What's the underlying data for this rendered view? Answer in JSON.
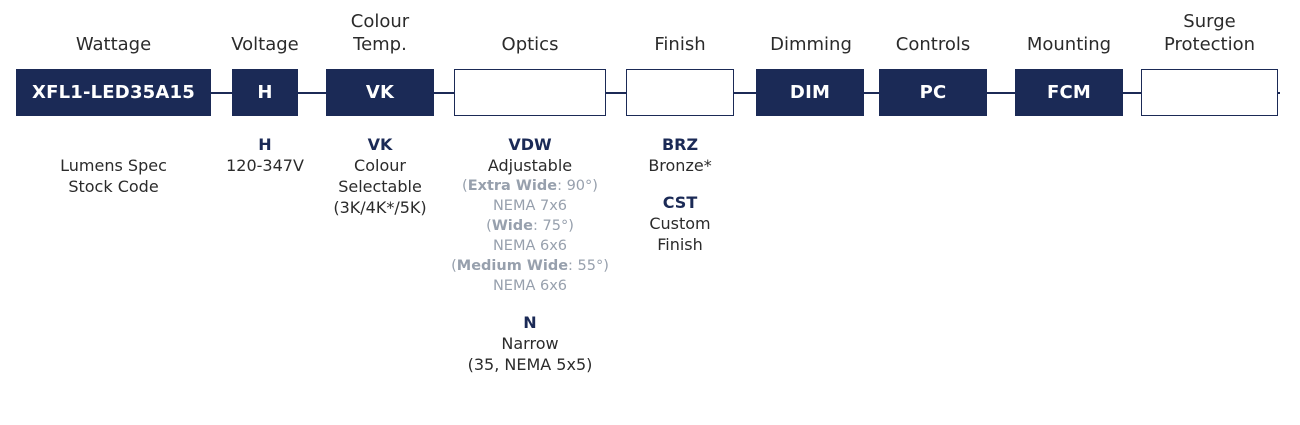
{
  "headings": {
    "wattage": "Wattage",
    "voltage": "Voltage",
    "colour_temp_1": "Colour",
    "colour_temp_2": "Temp.",
    "optics": "Optics",
    "finish": "Finish",
    "dimming": "Dimming",
    "controls": "Controls",
    "mounting": "Mounting",
    "surge_1": "Surge",
    "surge_2": "Protection"
  },
  "boxes": {
    "wattage": "XFL1-LED35A15",
    "voltage": "H",
    "colour_temp": "VK",
    "optics": "",
    "finish": "",
    "dimming": "DIM",
    "controls": "PC",
    "mounting": "FCM",
    "surge": ""
  },
  "options": {
    "wattage": {
      "line1": "Lumens Spec",
      "line2": "Stock Code"
    },
    "voltage": {
      "code": "H",
      "desc": "120-347V"
    },
    "colour_temp": {
      "code": "VK",
      "line1": "Colour",
      "line2": "Selectable",
      "line3": "(3K/4K*/5K)"
    },
    "optics": {
      "vdw_code": "VDW",
      "vdw_desc": "Adjustable",
      "sub1_open": "(",
      "sub1_bold": "Extra Wide",
      "sub1_rest": ": 90°)",
      "sub1_nema": "NEMA 7x6",
      "sub2_open": "(",
      "sub2_bold": "Wide",
      "sub2_rest": ": 75°)",
      "sub2_nema": "NEMA 6x6",
      "sub3_open": "(",
      "sub3_bold": "Medium Wide",
      "sub3_rest": ": 55°)",
      "sub3_nema": "NEMA 6x6",
      "n_code": "N",
      "n_desc": "Narrow",
      "n_detail": "(35, NEMA 5x5)"
    },
    "finish": {
      "brz_code": "BRZ",
      "brz_desc": "Bronze*",
      "cst_code": "CST",
      "cst_line1": "Custom",
      "cst_line2": "Finish"
    }
  },
  "colors": {
    "navy": "#1b2a56",
    "muted": "#97a0ad"
  }
}
